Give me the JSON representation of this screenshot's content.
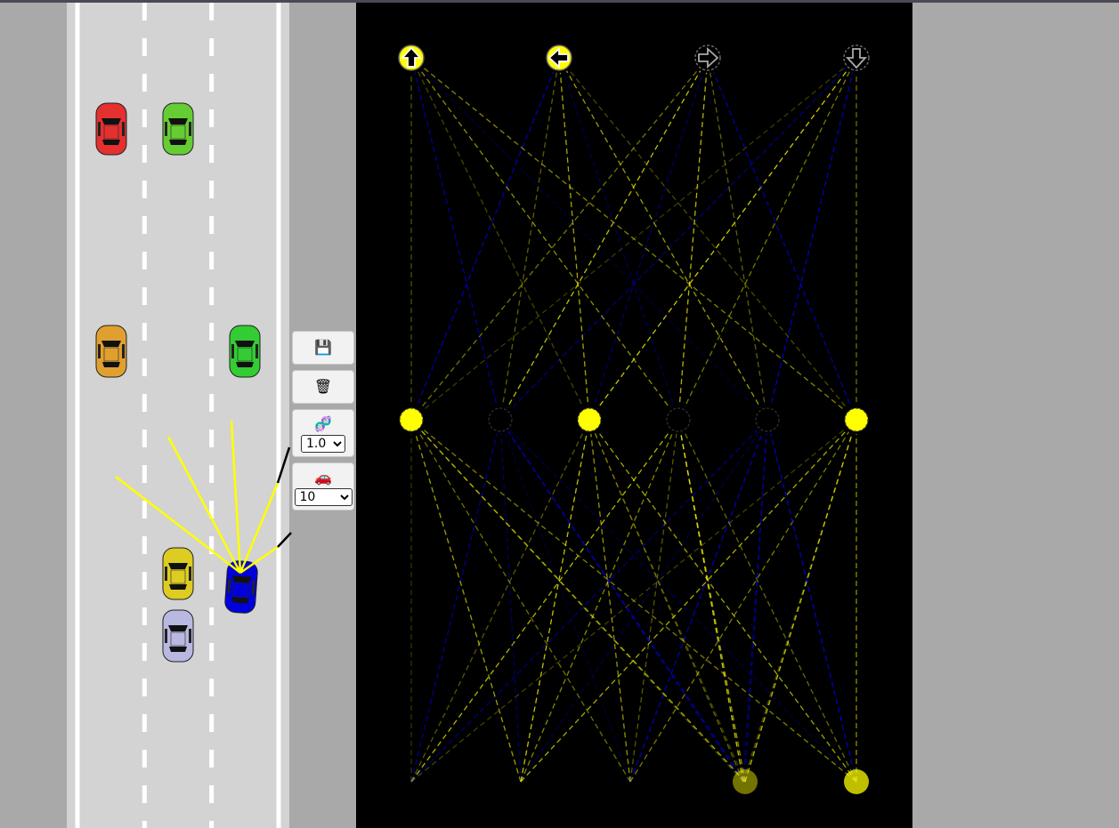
{
  "controls": {
    "save_icon": "💾",
    "discard_icon": "🗑",
    "mutation_icon": "🧬",
    "mutation_value": "1.0",
    "mutation_options": [
      "1.0"
    ],
    "cars_icon": "🚗",
    "cars_value": "10",
    "cars_options": [
      "10"
    ]
  },
  "road": {
    "lane_count": 3,
    "surface_color": "#d3d3d3",
    "line_color": "#ffffff"
  },
  "cars": [
    {
      "name": "red-car",
      "color": "#e53030"
    },
    {
      "name": "green-car",
      "color": "#66cc33"
    },
    {
      "name": "orange-car",
      "color": "#e0a030"
    },
    {
      "name": "green-car-2",
      "color": "#33cc33"
    },
    {
      "name": "yellow-car",
      "color": "#ddcc22"
    },
    {
      "name": "ghost-car",
      "color": "#b8b8e0"
    },
    {
      "name": "best-car",
      "color": "#0000dd"
    }
  ],
  "sensors": {
    "count": 5,
    "color": "#ffff00",
    "hit_color": "#000000"
  },
  "network": {
    "background": "#000000",
    "output_icons": [
      "up-arrow-icon",
      "left-arrow-icon",
      "right-arrow-icon",
      "down-arrow-icon"
    ],
    "output_active": [
      1,
      1,
      0,
      0
    ],
    "hidden_values": [
      1,
      0,
      1,
      0,
      0,
      1
    ],
    "input_values": [
      0,
      0,
      0,
      0,
      0.45,
      0.75
    ],
    "positive_color": "#ffff00",
    "negative_color": "#0000ff"
  }
}
